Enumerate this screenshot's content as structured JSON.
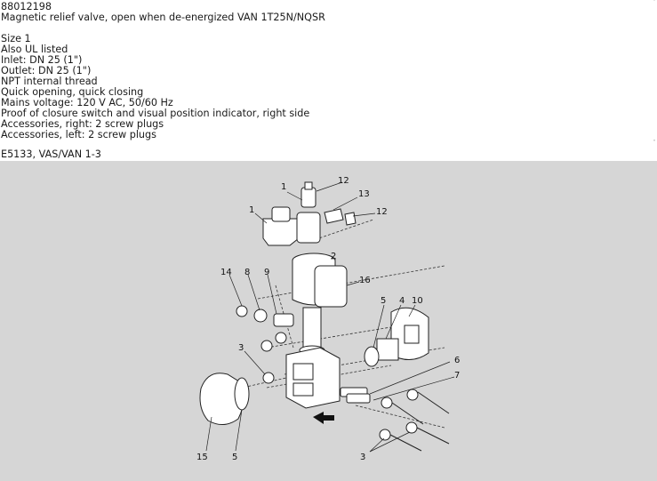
{
  "article_number": "88012198",
  "description": "Magnetic relief valve, open when de-energized VAN 1T25N/NQSR",
  "specs": [
    "Size 1",
    "Also UL listed",
    "Inlet: DN 25 (1\")",
    "Outlet: DN 25 (1\")",
    "NPT internal thread",
    "Quick opening, quick closing",
    "Mains voltage: 120 V AC, 50/60 Hz",
    "Proof of closure switch and visual position indicator, right side",
    "Accessories, right: 2 screw plugs",
    "Accessories, left: 2 screw plugs"
  ],
  "figure_caption": "E5133, VAS/VAN 1-3",
  "callouts": {
    "c12a": "12",
    "c1a": "1",
    "c13": "13",
    "c1b": "1",
    "c12b": "12",
    "c2": "2",
    "c14": "14",
    "c8": "8",
    "c9": "9",
    "c16": "16",
    "c5a": "5",
    "c4": "4",
    "c10": "10",
    "c3a": "3",
    "c6": "6",
    "c7": "7",
    "c15": "15",
    "c5b": "5",
    "c3b": "3"
  }
}
